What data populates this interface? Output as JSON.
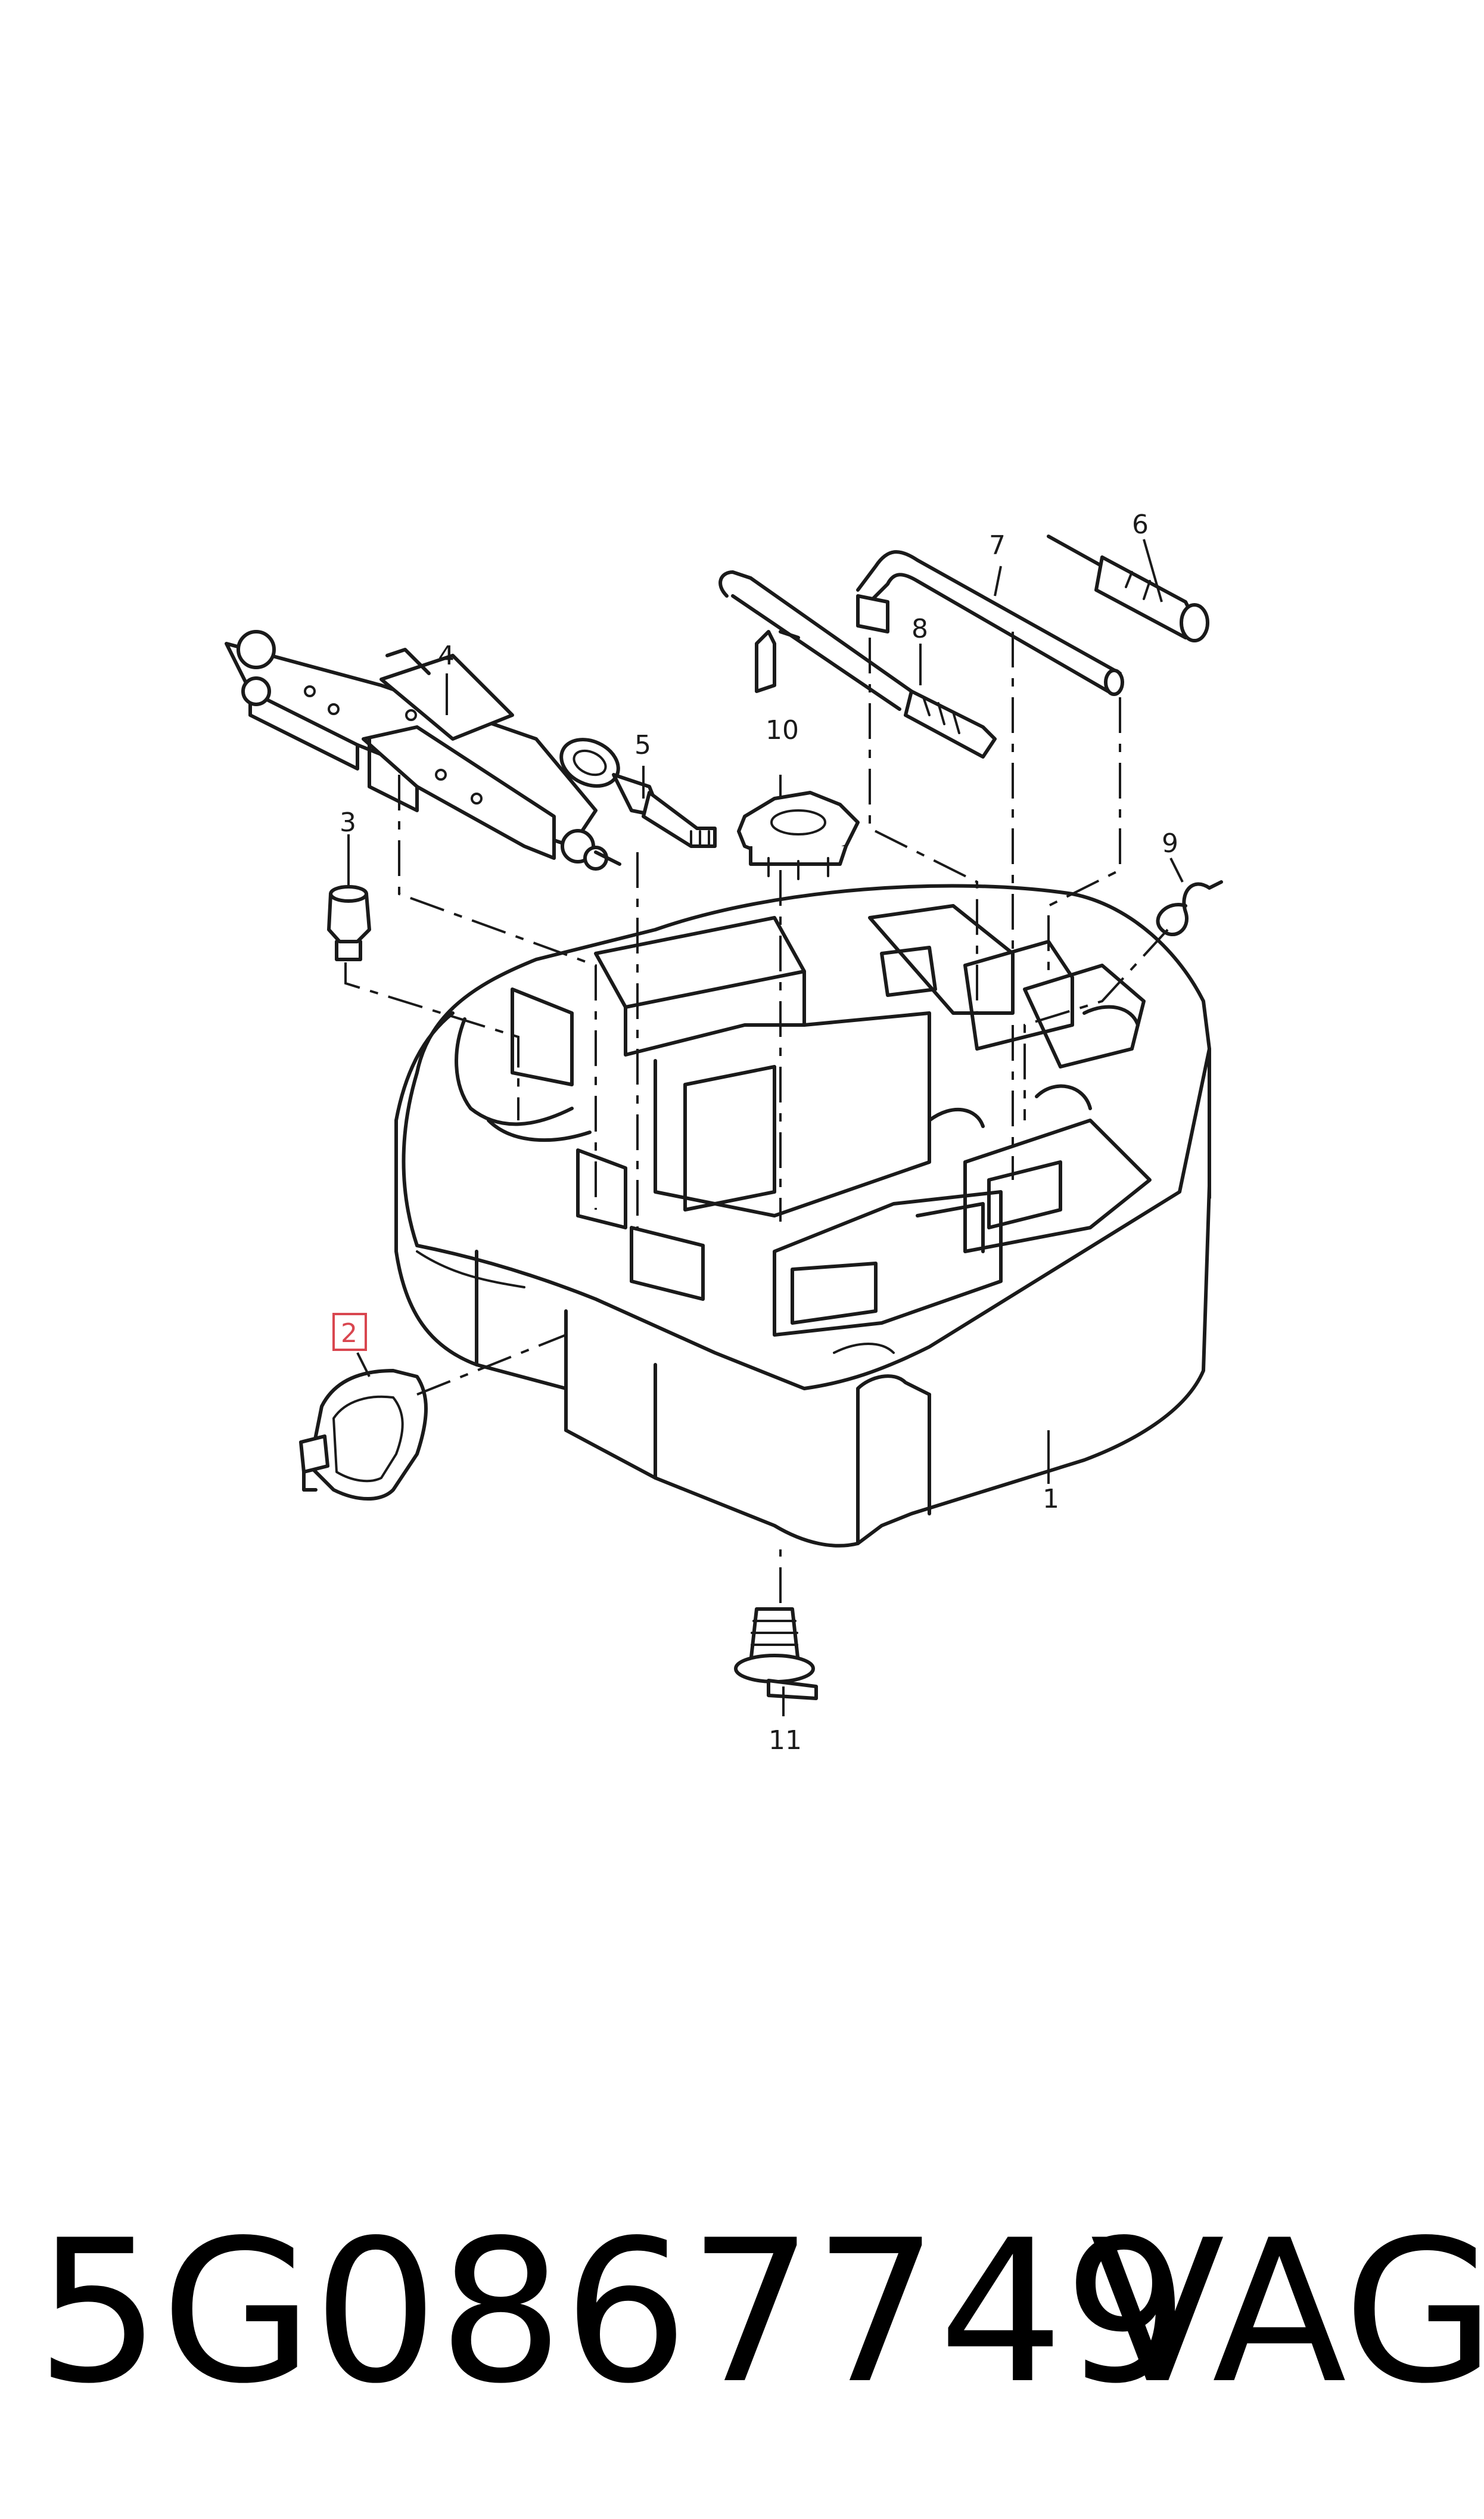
{
  "diagram": {
    "callouts": [
      {
        "id": "1",
        "label": "1"
      },
      {
        "id": "2",
        "label": "2",
        "highlighted": true
      },
      {
        "id": "3",
        "label": "3"
      },
      {
        "id": "4",
        "label": "4"
      },
      {
        "id": "5",
        "label": "5"
      },
      {
        "id": "6",
        "label": "6"
      },
      {
        "id": "7",
        "label": "7"
      },
      {
        "id": "8",
        "label": "8"
      },
      {
        "id": "9",
        "label": "9"
      },
      {
        "id": "10",
        "label": "10"
      },
      {
        "id": "11",
        "label": "11"
      }
    ],
    "highlight_color": "#d9464f",
    "line_color": "#1a1a1a"
  },
  "footer": {
    "part_number": "5G0867749",
    "brand": "VAG"
  }
}
